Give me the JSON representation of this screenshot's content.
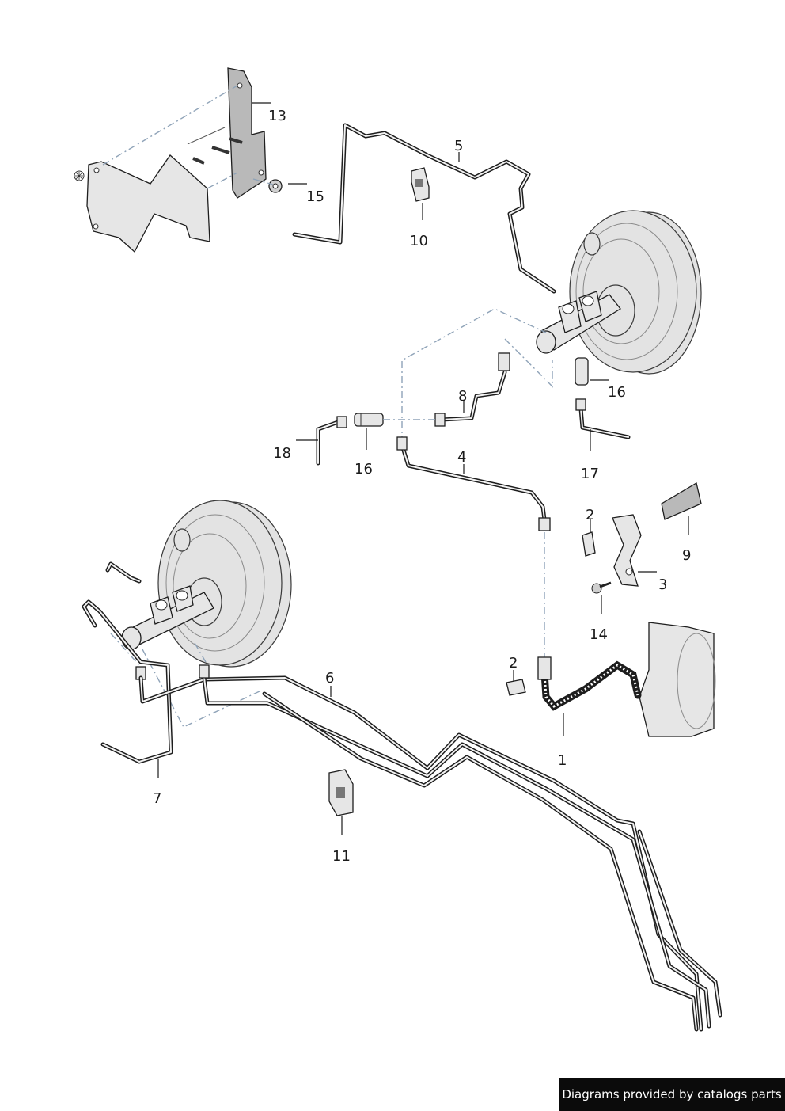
{
  "callouts": {
    "c1": "1",
    "c2a": "2",
    "c2b": "2",
    "c3": "3",
    "c4": "4",
    "c5": "5",
    "c6": "6",
    "c7": "7",
    "c8": "8",
    "c9": "9",
    "c10": "10",
    "c11": "11",
    "c13": "13",
    "c14": "14",
    "c15": "15",
    "c16a": "16",
    "c16b": "16",
    "c17": "17",
    "c18": "18"
  },
  "footer": {
    "text": "Diagrams provided by catalogs parts"
  },
  "colors": {
    "line": "#1e1e1e",
    "dash": "#8fa3b8",
    "part_fill": "#e6e6e6",
    "badge_bg": "#0b0b0b"
  }
}
